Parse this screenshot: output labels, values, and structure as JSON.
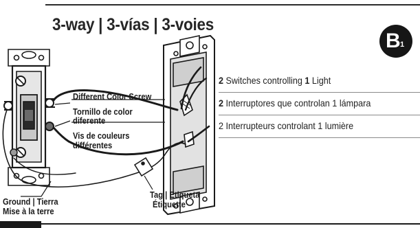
{
  "heading": "3-way | 3-vías | 3-voies",
  "badge": {
    "letter": "B",
    "subscript": "1"
  },
  "labels": {
    "screw_en": "Different Color Screw",
    "screw_es_1": "Tornillo de color",
    "screw_es_2": "diferente",
    "screw_fr_1": "Vis de couleurs",
    "screw_fr_2": "différentes",
    "ground_1": "Ground | Tierra",
    "ground_2": "Mise à  la terre",
    "tag_1": "Tag | Etiqueta",
    "tag_2": "Étiquette"
  },
  "info": {
    "en": {
      "n1": "2",
      "t1": " Switches controlling ",
      "n2": "1",
      "t2": " Light"
    },
    "es": {
      "n1": "2",
      "t1": " Interruptores que controlan  1 lámpara"
    },
    "fr": {
      "t1": "2 Interrupteurs controlant 1 lumière"
    }
  },
  "colors": {
    "ink": "#1a1a1a",
    "badge": "#161616",
    "rule": "#8a8a8a"
  }
}
